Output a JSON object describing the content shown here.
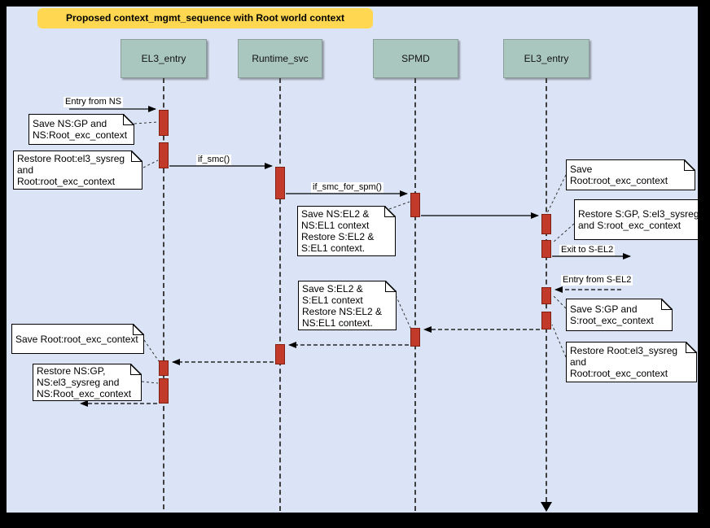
{
  "title": "Proposed context_mgmt_sequence with Root world context",
  "lifelines": [
    {
      "name": "EL3_entry"
    },
    {
      "name": "Runtime_svc"
    },
    {
      "name": "SPMD"
    },
    {
      "name": "EL3_entry"
    }
  ],
  "messages": {
    "entry_from_ns": "Entry from NS",
    "if_smc": "if_smc()",
    "if_smc_for_spm": "if_smc_for_spm()",
    "exit_to_s_el2": "Exit to S-EL2",
    "entry_from_s_el2": "Entry from S-EL2"
  },
  "notes": {
    "save_ns_gp": "Save NS:GP and\nNS:Root_exc_context",
    "restore_root_el3_sysreg": "Restore Root:el3_sysreg\nand\nRoot:root_exc_context",
    "save_ns_el2": "Save NS:EL2 &\nNS:EL1 context\nRestore S:EL2 &\nS:EL1 context.",
    "save_root_exc_right": "Save Root:root_exc_context",
    "restore_s_gp": "Restore S:GP, S:el3_sysreg\nand S:root_exc_context",
    "save_s_gp": "Save S:GP and\nS:root_exc_context",
    "restore_root_el3_sysreg_right": "Restore Root:el3_sysreg\nand\nRoot:root_exc_context",
    "save_s_el2": "Save S:EL2 &\nS:EL1 context\nRestore NS:EL2 &\nNS:EL1 context.",
    "save_root_exc_left": "Save Root:root_exc_context",
    "restore_ns_gp": "Restore NS:GP,\nNS:el3_sysreg and\nNS:Root_exc_context"
  },
  "colors": {
    "canvas_background": "#dbe4f6",
    "frame": "#000000",
    "title_fill": "#ffd750",
    "lifeline_fill": "#a9c6bf",
    "activation_fill": "#c13a2a",
    "activation_border": "#801f12",
    "note_fill": "#ffffff",
    "line": "#000000"
  }
}
